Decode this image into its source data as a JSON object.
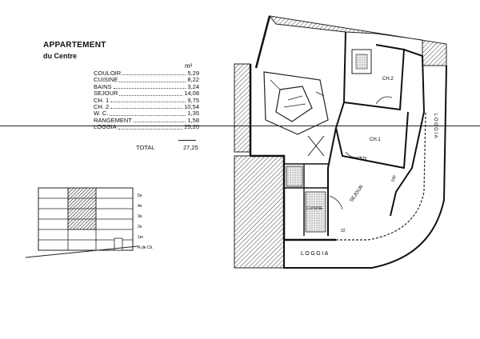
{
  "heading": {
    "title": "APPARTEMENT",
    "subtitle": "du Centre",
    "unit": "m²"
  },
  "rooms": [
    {
      "name": "COULOIR",
      "area": "5,29"
    },
    {
      "name": "CUISINE",
      "area": "8,22"
    },
    {
      "name": "BAINS",
      "area": "3,24"
    },
    {
      "name": "SEJOUR",
      "area": "14,08"
    },
    {
      "name": "CH. 1",
      "area": "9,75"
    },
    {
      "name": "CH. 2",
      "area": "10,54"
    },
    {
      "name": "W. C.",
      "area": "1,35"
    },
    {
      "name": "RANGEMENT",
      "area": "1,58"
    },
    {
      "name": "LOGGIA",
      "area": "25,20"
    }
  ],
  "total": {
    "label": "TOTAL",
    "value": "27,25"
  },
  "elevation": {
    "levels": [
      "5e",
      "4e",
      "3e",
      "2e",
      "1er",
      "R.de Ch."
    ]
  },
  "plan": {
    "labels": {
      "ch2": "CH.2",
      "ch1": "CH.1",
      "sejour": "SEJOUR",
      "cuisine": "CUISINE",
      "loggia_bottom": "LOGGIA",
      "loggia_right": "LOGGIA"
    },
    "dimensions": {
      "d1": "525",
      "d2": "230",
      "d3": "22"
    }
  }
}
